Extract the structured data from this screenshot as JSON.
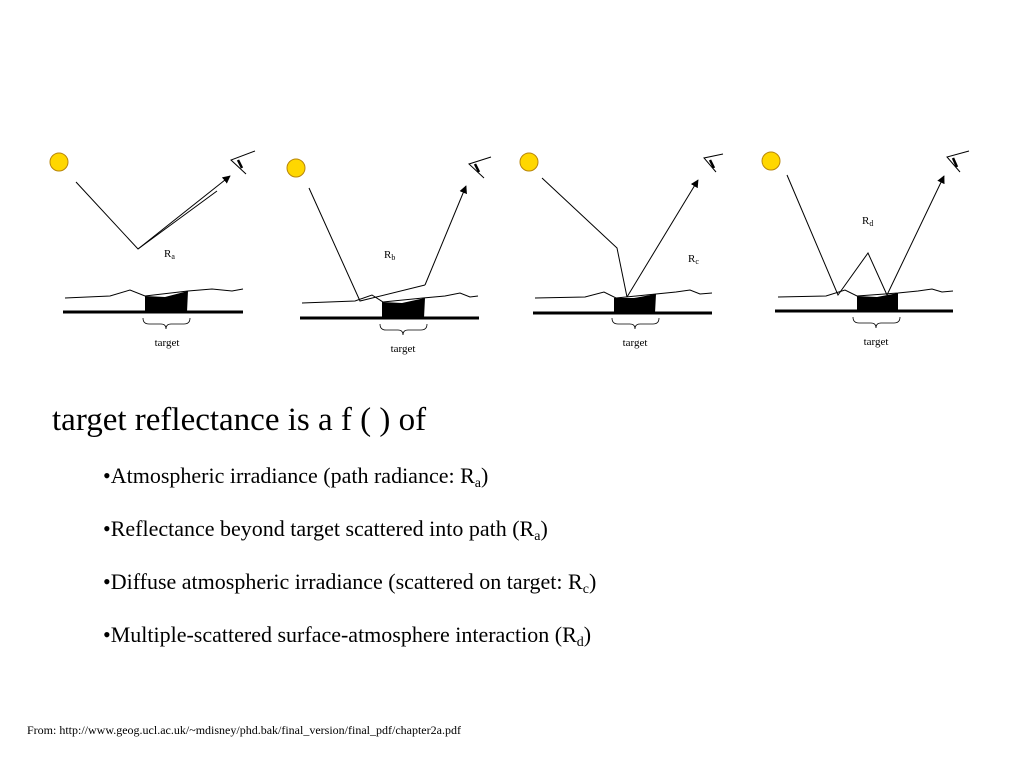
{
  "diagrams": [
    {
      "label": "R",
      "sub": "a",
      "target_label": "target"
    },
    {
      "label": "R",
      "sub": "b",
      "target_label": "target"
    },
    {
      "label": "R",
      "sub": "c",
      "target_label": "target"
    },
    {
      "label": "R",
      "sub": "d",
      "target_label": "target"
    }
  ],
  "heading": "target reflectance is a f ( ) of",
  "bullets": [
    {
      "prefix": "•",
      "text": "Atmospheric irradiance (path radiance: R",
      "sub": "a",
      "suffix": ")"
    },
    {
      "prefix": "•",
      "text": "Reflectance beyond  target scattered into path (R",
      "sub": "a",
      "suffix": ")"
    },
    {
      "prefix": "•",
      "text": "Diffuse atmospheric irradiance (scattered on target: R",
      "sub": "c",
      "suffix": ")"
    },
    {
      "prefix": "•",
      "text": "Multiple-scattered surface-atmosphere interaction (R",
      "sub": "d",
      "suffix": ")"
    }
  ],
  "footer": "From: http://www.geog.ucl.ac.uk/~mdisney/phd.bak/final_version/final_pdf/chapter2a.pdf",
  "colors": {
    "sun_fill": "#FFD700",
    "sun_stroke": "#B8860B",
    "line": "#000000"
  }
}
